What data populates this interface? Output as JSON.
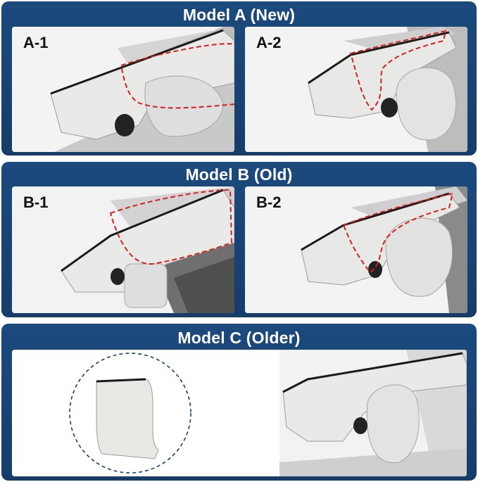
{
  "sections": [
    {
      "title": "Model A (New)",
      "panels": [
        {
          "label": "A-1"
        },
        {
          "label": "A-2"
        }
      ]
    },
    {
      "title": "Model B (Old)",
      "panels": [
        {
          "label": "B-1"
        },
        {
          "label": "B-2"
        }
      ]
    },
    {
      "title": "Model C (Older)",
      "panels": []
    }
  ],
  "colors": {
    "section_bg": "#1c4a7e",
    "highlight_dash": "#d42020",
    "mount_white": "#e8e8e6",
    "headliner_grey": "#b9b9b9"
  }
}
